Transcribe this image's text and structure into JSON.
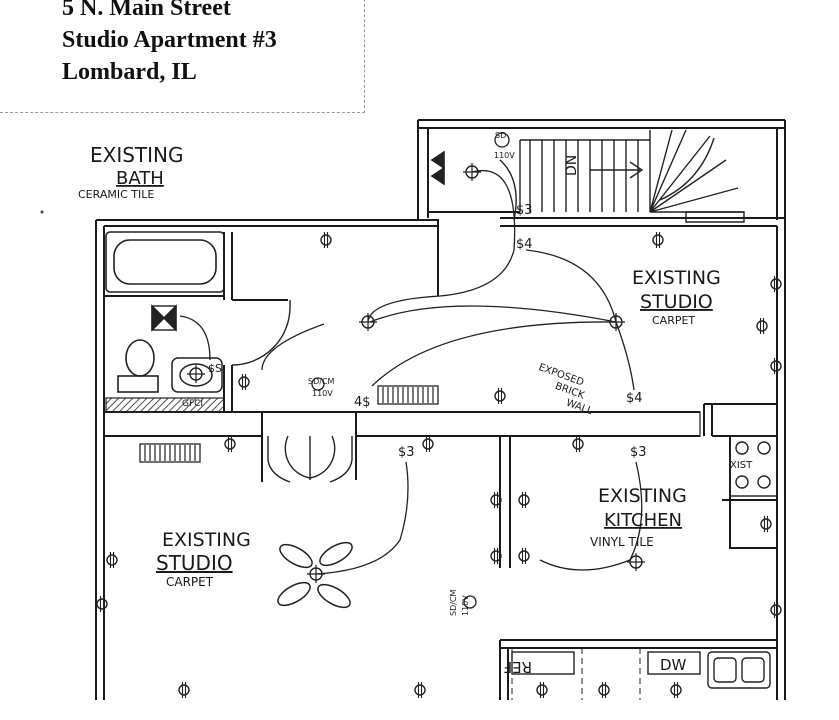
{
  "header": {
    "line1": "5 N. Main Street",
    "line2": "Studio Apartment #3",
    "line3": "Lombard, IL"
  },
  "rooms": {
    "bath": {
      "name1": "EXISTING",
      "name2": "BATH",
      "finish": "CERAMIC TILE"
    },
    "studio_upper": {
      "name1": "EXISTING",
      "name2": "STUDIO",
      "finish": "CARPET"
    },
    "studio_lower": {
      "name1": "EXISTING",
      "name2": "STUDIO",
      "finish": "CARPET"
    },
    "kitchen": {
      "name1": "EXISTING",
      "name2": "KITCHEN",
      "finish": "VINYL TILE"
    }
  },
  "annotations": {
    "stair_dn": "DN",
    "brick_line1": "EXPOSED",
    "brick_line2": "BRICK",
    "brick_line3": "WALL",
    "gfci": "GFCI",
    "exist": "XIST",
    "ref": "REF",
    "dw": "DW",
    "sd1_a": "SD",
    "sd1_b": "110V",
    "sd2_a": "SD/CM",
    "sd2_b": "110V",
    "sd3_a": "SD/CM",
    "sd3_b": "110V"
  },
  "switches": {
    "s3_stair": "$3",
    "s4_upper": "$4",
    "s4_hall": "4$",
    "s4_brick": "$4",
    "s3_lower": "$3",
    "s3_kitchen": "$3",
    "s_bath": "$S"
  }
}
